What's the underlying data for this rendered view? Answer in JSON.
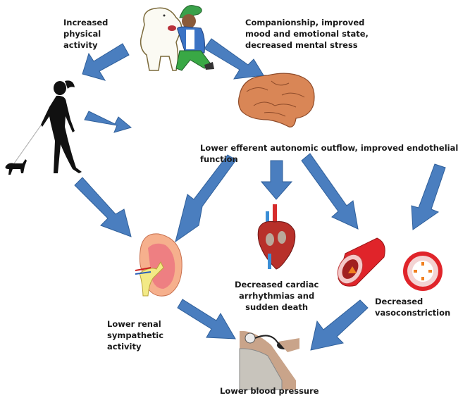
{
  "diagram": {
    "title": "Pet ownership pathways to lower blood pressure",
    "nodes": {
      "pet_owner": {
        "icon": "boy-with-dog-illustration"
      },
      "physical_activity": {
        "label": "Increased\nphysical\nactivity"
      },
      "companionship": {
        "label": "Companionship, improved\nmood and emotional state,\ndecreased mental stress"
      },
      "walking": {
        "icon": "woman-walking-dog-silhouette"
      },
      "brain": {
        "icon": "brain-illustration"
      },
      "autonomic": {
        "label": "Lower efferent autonomic outflow, improved endothelial function"
      },
      "kidney": {
        "icon": "kidney-illustration"
      },
      "renal": {
        "label": "Lower renal\nsympathetic\nactivity"
      },
      "heart": {
        "icon": "heart-illustration"
      },
      "cardiac": {
        "label": "Decreased cardiac\narrhythmias and\nsudden death"
      },
      "vessel": {
        "icon": "blood-vessel-illustration"
      },
      "vasoconstriction": {
        "label": "Decreased\nvasoconstriction"
      },
      "bp_cuff": {
        "icon": "blood-pressure-cuff-photo"
      },
      "blood_pressure": {
        "label": "Lower blood pressure"
      }
    },
    "edges": [
      {
        "from": "pet_owner",
        "to": "walking",
        "via": "physical_activity"
      },
      {
        "from": "pet_owner",
        "to": "brain",
        "via": "companionship"
      },
      {
        "from": "walking",
        "to": "autonomic"
      },
      {
        "from": "walking",
        "to": "kidney"
      },
      {
        "from": "autonomic",
        "to": "kidney"
      },
      {
        "from": "autonomic",
        "to": "heart"
      },
      {
        "from": "autonomic",
        "to": "vessel"
      },
      {
        "from": "autonomic",
        "to": "vessel"
      },
      {
        "from": "kidney",
        "to": "bp_cuff"
      },
      {
        "from": "vessel",
        "to": "bp_cuff"
      }
    ],
    "colors": {
      "arrow": "#4a7ebf",
      "text": "#1a1a1a"
    }
  }
}
